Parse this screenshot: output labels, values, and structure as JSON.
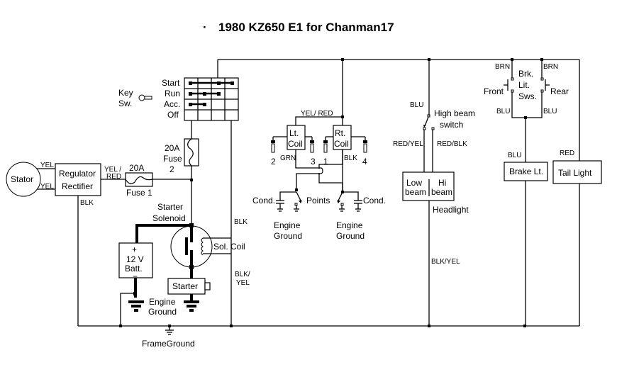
{
  "title": "1980 KZ650 E1 for Chanman17",
  "title_bullet": "·",
  "key_switch": {
    "label_line1": "Key",
    "label_line2": "Sw.",
    "positions": [
      "Start",
      "Run",
      "Acc.",
      "Off"
    ]
  },
  "stator": {
    "label": "Stator",
    "wire_top": "YEL",
    "wire_bottom": "YEL"
  },
  "regulator": {
    "line1": "Regulator",
    "line2": "Rectifier",
    "ground_wire": "BLK",
    "output_wire_line1": "YEL /",
    "output_wire_line2": "RED"
  },
  "fuse1": {
    "rating": "20A",
    "label": "Fuse 1"
  },
  "fuse2": {
    "rating": "20A",
    "label_line1": "Fuse",
    "label_line2": "2"
  },
  "starter_solenoid": {
    "line1": "Starter",
    "line2": "Solenoid",
    "coil_label": "Sol. Coil",
    "wire_blk": "BLK",
    "wire_blkyel_line1": "BLK/",
    "wire_blkyel_line2": "YEL"
  },
  "battery": {
    "plus": "+",
    "line1": "12 V",
    "line2": "Batt.",
    "minus": "−"
  },
  "starter": {
    "label": "Starter"
  },
  "engine_ground_left": {
    "line1": "Engine",
    "line2": "Ground"
  },
  "frame_ground": {
    "label": "FrameGround"
  },
  "ignition": {
    "supply_wire": "YEL/ RED",
    "left_coil": {
      "line1": "Lt.",
      "line2": "Coil",
      "wire": "GRN",
      "plugs": [
        "2",
        "3"
      ]
    },
    "right_coil": {
      "line1": "Rt.",
      "line2": "Coil",
      "wire": "BLK",
      "plugs": [
        "1",
        "4"
      ]
    },
    "points_label": "Points",
    "cond_left": "Cond.",
    "cond_right": "Cond.",
    "ground_left": {
      "line1": "Engine",
      "line2": "Ground"
    },
    "ground_right": {
      "line1": "Engine",
      "line2": "Ground"
    }
  },
  "headlight": {
    "supply_wire": "BLU",
    "switch_line1": "High beam",
    "switch_line2": "switch",
    "low_wire": "RED/YEL",
    "hi_wire": "RED/BLK",
    "low_line1": "Low",
    "low_line2": "beam",
    "hi_line1": "Hi",
    "hi_line2": "beam",
    "label": "Headlight",
    "ground_wire": "BLK/YEL"
  },
  "brake": {
    "wire_brn_left": "BRN",
    "wire_brn_right": "BRN",
    "switch_line1": "Brk.",
    "switch_line2": "Lit.",
    "switch_line3": "Sws.",
    "front": "Front",
    "rear": "Rear",
    "wire_blu_left": "BLU",
    "wire_blu_right": "BLU",
    "light_wire": "BLU",
    "light_label": "Brake Lt."
  },
  "tail": {
    "wire": "RED",
    "label": "Tail Light"
  }
}
